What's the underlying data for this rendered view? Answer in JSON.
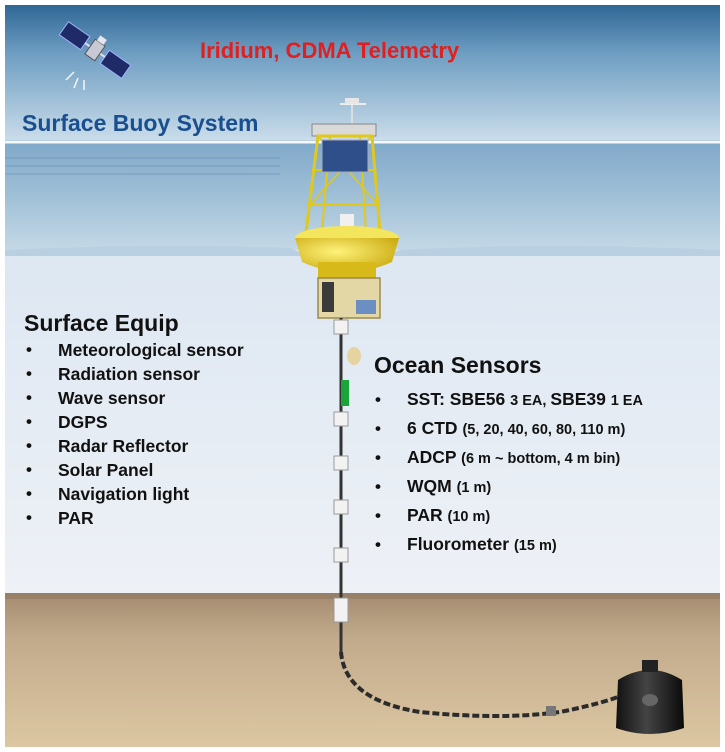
{
  "colors": {
    "title": "#e02020",
    "subtitle": "#1a4f8f",
    "sky_top": "#3a6f9c",
    "sky_bottom": "#c5d9e6",
    "water": "#e6ecf4",
    "seabed": "#b59e82",
    "buoy": "#e8d22a"
  },
  "title": "Iridium, CDMA Telemetry",
  "subtitle": "Surface Buoy System",
  "surface_equip": {
    "heading": "Surface Equip",
    "bullet": "•",
    "items": [
      "Meteorological sensor",
      "Radiation sensor",
      "Wave sensor",
      "DGPS",
      "Radar Reflector",
      "Solar Panel",
      "Navigation light",
      "PAR"
    ]
  },
  "ocean_sensors": {
    "heading": "Ocean Sensors",
    "bullet": "•",
    "items": [
      {
        "parts": [
          {
            "text": "SST: SBE56 ",
            "small": false
          },
          {
            "text": "3 EA, ",
            "small": true
          },
          {
            "text": "SBE39 ",
            "small": false
          },
          {
            "text": "1 EA",
            "small": true
          }
        ]
      },
      {
        "parts": [
          {
            "text": "6 CTD ",
            "small": false
          },
          {
            "text": "(5, 20, 40, 60, 80, 110 m)",
            "small": true
          }
        ]
      },
      {
        "parts": [
          {
            "text": "ADCP ",
            "small": false
          },
          {
            "text": "(6 m ~ bottom, 4 m bin)",
            "small": true
          }
        ]
      },
      {
        "parts": [
          {
            "text": "WQM ",
            "small": false
          },
          {
            "text": "(1 m)",
            "small": true
          }
        ]
      },
      {
        "parts": [
          {
            "text": "PAR ",
            "small": false
          },
          {
            "text": "(10 m)",
            "small": true
          }
        ]
      },
      {
        "parts": [
          {
            "text": "Fluorometer ",
            "small": false
          },
          {
            "text": "(15 m)",
            "small": true
          }
        ]
      }
    ]
  },
  "icons": {
    "satellite": "satellite-icon",
    "buoy": "buoy-icon",
    "anchor": "anchor-weight-icon"
  }
}
